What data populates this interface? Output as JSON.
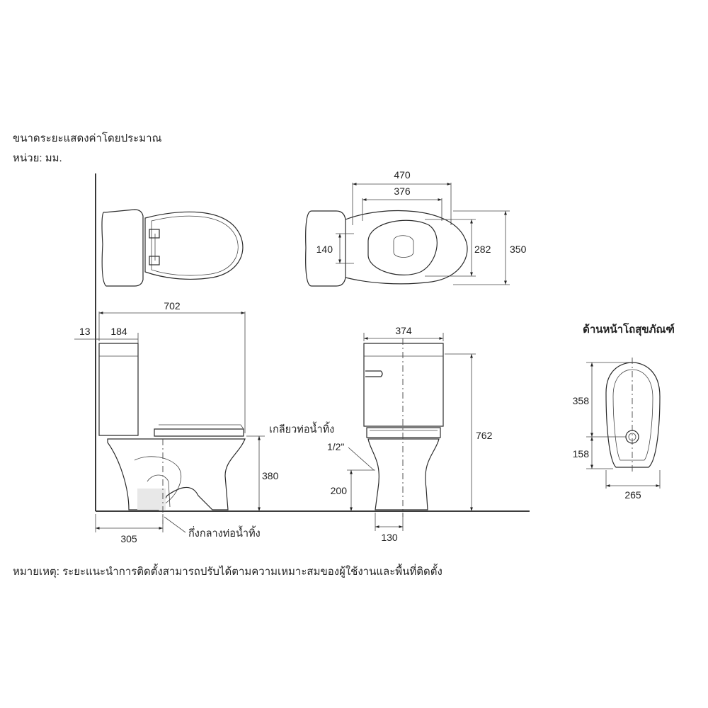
{
  "notes": {
    "approx": "ขนาดระยะแสดงค่าโดยประมาณ",
    "unit": "หน่วย: มม.",
    "footer": "หมายเหตุ: ระยะแนะนำการติดตั้งสามารถปรับได้ตามความเหมาะสมของผู้ใช้งานและพื้นที่ติดตั้ง"
  },
  "labels": {
    "front_view_title": "ด้านหน้าโถสุขภัณฑ์",
    "water_inlet_thread": "เกลียวท่อน้ำทิ้ง",
    "thread_size": "1/2\"",
    "drain_center": "กึ่งกลางท่อน้ำทิ้ง"
  },
  "dimensions": {
    "top_overall_width": "470",
    "top_bowl_width": "376",
    "top_inlet_spacing": "140",
    "top_bowl_depth": "282",
    "top_overall_depth": "350",
    "side_overall_length": "702",
    "side_wall_gap": "13",
    "side_tank_depth": "184",
    "side_seat_height": "380",
    "side_rough_in": "305",
    "front_tank_width": "374",
    "front_overall_height": "762",
    "front_inlet_height": "200",
    "front_base_width": "130",
    "bowl_front_length": "358",
    "bowl_rear_length": "158",
    "bowl_width": "265"
  }
}
